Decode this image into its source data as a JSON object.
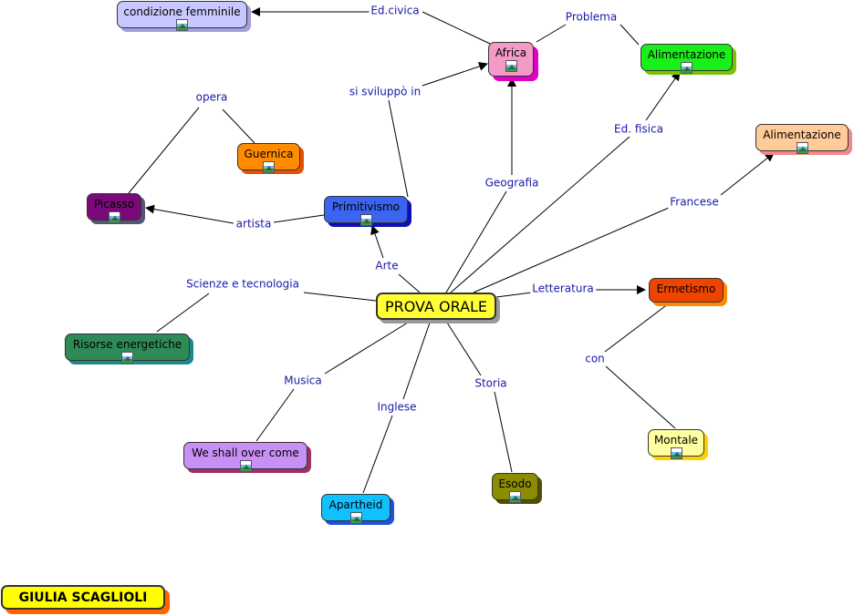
{
  "central": {
    "label": "PROVA ORALE"
  },
  "author": "GIULIA SCAGLIOLI",
  "nodes": [
    {
      "id": "condizione",
      "label": "condizione femminile",
      "fill": "#c8c8ff",
      "shadow": "#a0a0dd"
    },
    {
      "id": "africa",
      "label": "Africa",
      "fill": "#f49ac9",
      "shadow": "#e100c8"
    },
    {
      "id": "alimentazione_green",
      "label": "Alimentazione",
      "fill": "#19f019",
      "shadow": "#79c300"
    },
    {
      "id": "alimentazione_peach",
      "label": "Alimentazione",
      "fill": "#ffcc99",
      "shadow": "#f08a8a"
    },
    {
      "id": "guernica",
      "label": "Guernica",
      "fill": "#ff8c00",
      "shadow": "#e85000"
    },
    {
      "id": "picasso",
      "label": "Picasso",
      "fill": "#7a0a7a",
      "shadow": "#555577"
    },
    {
      "id": "primitivismo",
      "label": "Primitivismo",
      "fill": "#3b64f0",
      "shadow": "#1010b0"
    },
    {
      "id": "ermetismo",
      "label": "Ermetismo",
      "fill": "#ee4400",
      "shadow": "#ff8800"
    },
    {
      "id": "risorse",
      "label": "Risorse energetiche",
      "fill": "#2e8b57",
      "shadow": "#1a8a8a"
    },
    {
      "id": "we_shall",
      "label": "We shall over come",
      "fill": "#c890f5",
      "shadow": "#993366"
    },
    {
      "id": "apartheid",
      "label": "Apartheid",
      "fill": "#10c0ff",
      "shadow": "#2050e0"
    },
    {
      "id": "esodo",
      "label": "Esodo",
      "fill": "#8c8c00",
      "shadow": "#505000"
    },
    {
      "id": "montale",
      "label": "Montale",
      "fill": "#ffffa0",
      "shadow": "#ffd000"
    }
  ],
  "linking_phrases": [
    {
      "id": "ed_civica",
      "text": "Ed.civica"
    },
    {
      "id": "problema",
      "text": "Problema"
    },
    {
      "id": "si_sviluppo",
      "text": "si sviluppò in"
    },
    {
      "id": "opera",
      "text": "opera"
    },
    {
      "id": "artista",
      "text": "artista"
    },
    {
      "id": "geografia",
      "text": "Geografia"
    },
    {
      "id": "ed_fisica",
      "text": "Ed. fisica"
    },
    {
      "id": "francese",
      "text": "Francese"
    },
    {
      "id": "arte",
      "text": "Arte"
    },
    {
      "id": "scienze",
      "text": "Scienze e tecnologia"
    },
    {
      "id": "letteratura",
      "text": "Letteratura"
    },
    {
      "id": "con",
      "text": "con"
    },
    {
      "id": "musica",
      "text": "Musica"
    },
    {
      "id": "inglese",
      "text": "Inglese"
    },
    {
      "id": "storia",
      "text": "Storia"
    }
  ],
  "colors": {
    "central_fill": "#ffff33",
    "author_fill": "#ffff00",
    "author_shadow": "#ff6600",
    "link_text": "#1a1aa8",
    "line": "#000000"
  }
}
